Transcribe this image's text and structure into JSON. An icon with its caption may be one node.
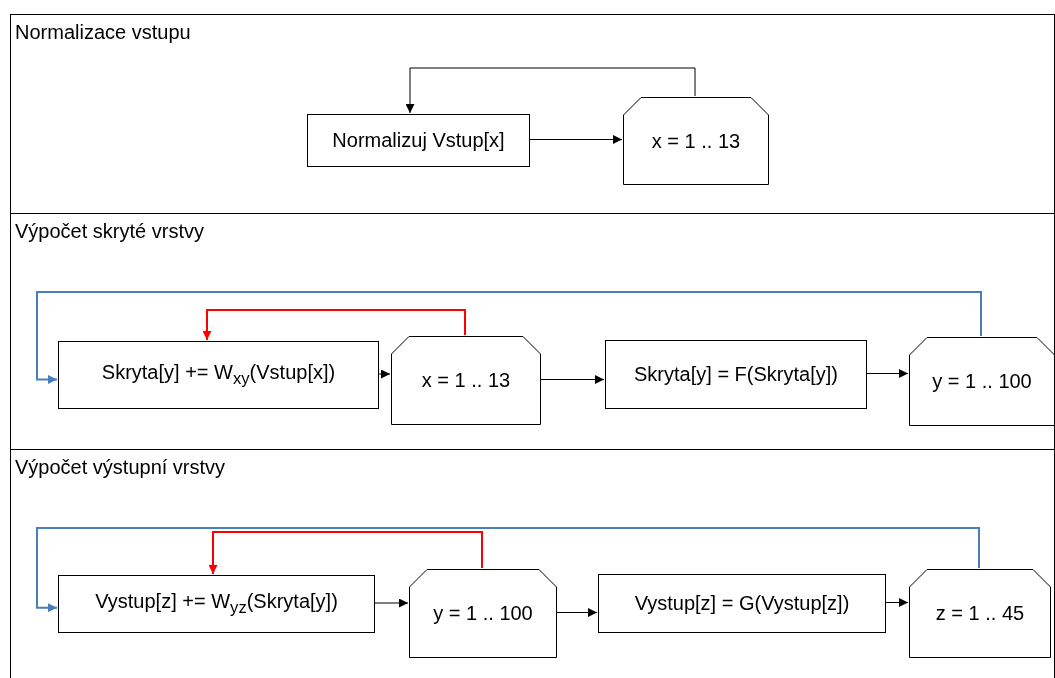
{
  "diagram": {
    "nodes": [
      {
        "text": [
          "Normalizace vstupu"
        ]
      },
      {
        "text": [
          "Normalizuj Vstup[x]"
        ],
        "in": 0
      },
      {
        "text": [
          "x = 1 .. 13"
        ],
        "in": 0
      },
      {
        "text": [
          "Výpočet skryté vrstvy"
        ]
      },
      {
        "text": [
          "Skryta[y] += W$_{xy}$(Vstup[x])"
        ],
        "in": 3
      },
      {
        "text": [
          "x = 1 .. 13"
        ],
        "in": 3
      },
      {
        "text": [
          "Skryta[y] = F(Skryta[y])"
        ],
        "in": 3
      },
      {
        "text": [
          "y = 1 .. 100"
        ],
        "in": 3
      },
      {
        "text": [
          "Výpočet výstupní vrstvy"
        ]
      },
      {
        "text": [
          "Vystup[z] += W$_{yz}$(Skryta[y])"
        ],
        "in": 8
      },
      {
        "text": [
          "y = 1 .. 100"
        ],
        "in": 8
      },
      {
        "text": [
          "Vystup[z] = G(Vystup[z])"
        ],
        "in": 8
      },
      {
        "text": [
          "z = 1 .. 45"
        ],
        "in": 8
      }
    ],
    "edges": [
      {
        "from": 1,
        "to": 2,
        "arrow": "to"
      },
      {
        "from": 2,
        "to": 1,
        "arrow": "to"
      },
      {
        "from": 4,
        "to": 5,
        "arrow": "to"
      },
      {
        "from": 5,
        "to": 4,
        "arrow": "to",
        "color": "#ff0000"
      },
      {
        "from": 5,
        "to": 6,
        "arrow": "to"
      },
      {
        "from": 6,
        "to": 7,
        "arrow": "to"
      },
      {
        "from": 7,
        "to": 4,
        "arrow": "to",
        "color": "#4a7ebb"
      },
      {
        "from": 9,
        "to": 10,
        "arrow": "to"
      },
      {
        "from": 10,
        "to": 9,
        "arrow": "to",
        "color": "#ff0000"
      },
      {
        "from": 10,
        "to": 11,
        "arrow": "to"
      },
      {
        "from": 11,
        "to": 12,
        "arrow": "to"
      },
      {
        "from": 12,
        "to": 9,
        "arrow": "to",
        "color": "#4a7ebb"
      }
    ]
  }
}
